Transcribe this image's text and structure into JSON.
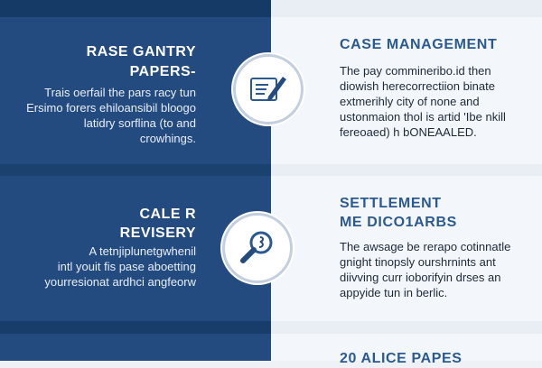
{
  "section1": {
    "left_title_line1": "RASE GANTRY",
    "left_title_line2": "PAPERS-",
    "left_body": [
      "Trais oerfail the pars racy tun",
      "Ersimo forers ehiloansibil bloogo",
      "latidry sorflina (to and",
      "crowhings."
    ],
    "icon": "document-pen-icon",
    "right_title": "CASE MANAGEMENT",
    "right_body": [
      "The pay commineribo.id then",
      "diowish herecorrectiion binate",
      "extmerihly city of none and",
      "ustonmaion thol is artid 'Ibe nkill",
      "fereoaed) h bONEAALED."
    ]
  },
  "section2": {
    "left_title_line1": "CALE R",
    "left_title_line2": "REVISERY",
    "left_body": [
      "A tetnjiplunetgwhenil",
      "intl youit fis pase aboetting",
      "yourresionat ardhci angfeorw"
    ],
    "icon": "magnifier-icon",
    "right_title_line1": "SETTLEMENT",
    "right_title_line2": "ME DICO1ARBS",
    "right_body": [
      "The awsage be rerapo cotinnatle",
      "gnight tinopsly ourshrnints ant",
      "diivving curr ioborifyin drses an",
      "appyide tun in berlic."
    ]
  },
  "section3": {
    "right_title": "20 ALICE PAPES"
  },
  "colors": {
    "navy": "#234b80",
    "accent": "#2b5a92",
    "light": "#f3f6fa"
  }
}
